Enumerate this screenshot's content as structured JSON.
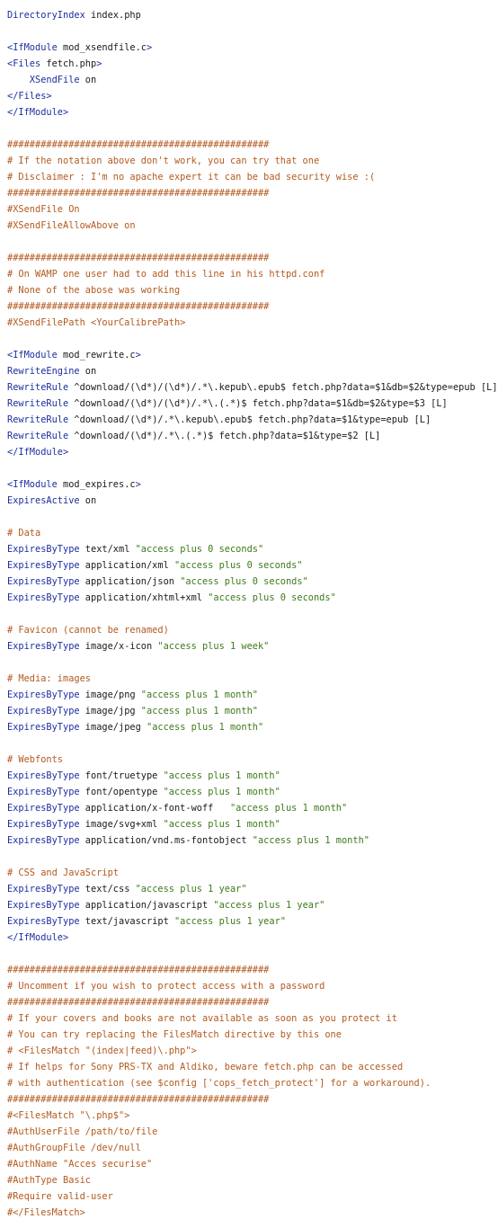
{
  "colors": {
    "directive": "#1d2f9e",
    "comment": "#b35a1f",
    "string": "#3d7a1a",
    "text": "#1a1a1a",
    "background": "#ffffff"
  },
  "lines": [
    {
      "line": 1,
      "tokens": [
        {
          "k": "dir",
          "t": "DirectoryIndex"
        },
        {
          "k": "txt",
          "t": " index.php"
        }
      ]
    },
    {
      "line": 3,
      "tokens": [
        {
          "k": "dir",
          "t": "<IfModule"
        },
        {
          "k": "txt",
          "t": " mod_xsendfile.c"
        },
        {
          "k": "dir",
          "t": ">"
        }
      ]
    },
    {
      "line": 4,
      "tokens": [
        {
          "k": "dir",
          "t": "<Files"
        },
        {
          "k": "txt",
          "t": " fetch.php"
        },
        {
          "k": "dir",
          "t": ">"
        }
      ]
    },
    {
      "line": 5,
      "tokens": [
        {
          "k": "txt",
          "t": "    "
        },
        {
          "k": "dir",
          "t": "XSendFile"
        },
        {
          "k": "txt",
          "t": " on"
        }
      ]
    },
    {
      "line": 6,
      "tokens": [
        {
          "k": "dir",
          "t": "</Files>"
        }
      ]
    },
    {
      "line": 7,
      "tokens": [
        {
          "k": "dir",
          "t": "</IfModule>"
        }
      ]
    },
    {
      "line": 9,
      "tokens": [
        {
          "k": "cmt",
          "t": "###############################################"
        }
      ]
    },
    {
      "line": 10,
      "tokens": [
        {
          "k": "cmt",
          "t": "# If the notation above don't work, you can try that one"
        }
      ]
    },
    {
      "line": 11,
      "tokens": [
        {
          "k": "cmt",
          "t": "# Disclaimer : I'm no apache expert it can be bad security wise :("
        }
      ]
    },
    {
      "line": 12,
      "tokens": [
        {
          "k": "cmt",
          "t": "###############################################"
        }
      ]
    },
    {
      "line": 13,
      "tokens": [
        {
          "k": "cmt",
          "t": "#XSendFile On"
        }
      ]
    },
    {
      "line": 14,
      "tokens": [
        {
          "k": "cmt",
          "t": "#XSendFileAllowAbove on"
        }
      ]
    },
    {
      "line": 16,
      "tokens": [
        {
          "k": "cmt",
          "t": "###############################################"
        }
      ]
    },
    {
      "line": 17,
      "tokens": [
        {
          "k": "cmt",
          "t": "# On WAMP one user had to add this line in his httpd.conf"
        }
      ]
    },
    {
      "line": 18,
      "tokens": [
        {
          "k": "cmt",
          "t": "# None of the abose was working"
        }
      ]
    },
    {
      "line": 19,
      "tokens": [
        {
          "k": "cmt",
          "t": "###############################################"
        }
      ]
    },
    {
      "line": 20,
      "tokens": [
        {
          "k": "cmt",
          "t": "#XSendFilePath <YourCalibrePath>"
        }
      ]
    },
    {
      "line": 22,
      "tokens": [
        {
          "k": "dir",
          "t": "<IfModule"
        },
        {
          "k": "txt",
          "t": " mod_rewrite.c"
        },
        {
          "k": "dir",
          "t": ">"
        }
      ]
    },
    {
      "line": 23,
      "tokens": [
        {
          "k": "dir",
          "t": "RewriteEngine"
        },
        {
          "k": "txt",
          "t": " on"
        }
      ]
    },
    {
      "line": 24,
      "tokens": [
        {
          "k": "dir",
          "t": "RewriteRule"
        },
        {
          "k": "txt",
          "t": " ^download/(\\d*)/(\\d*)/.*\\.kepub\\.epub$ fetch.php?data=$1&db=$2&type=epub [L]"
        }
      ]
    },
    {
      "line": 25,
      "tokens": [
        {
          "k": "dir",
          "t": "RewriteRule"
        },
        {
          "k": "txt",
          "t": " ^download/(\\d*)/(\\d*)/.*\\.(.*)$ fetch.php?data=$1&db=$2&type=$3 [L]"
        }
      ]
    },
    {
      "line": 26,
      "tokens": [
        {
          "k": "dir",
          "t": "RewriteRule"
        },
        {
          "k": "txt",
          "t": " ^download/(\\d*)/.*\\.kepub\\.epub$ fetch.php?data=$1&type=epub [L]"
        }
      ]
    },
    {
      "line": 27,
      "tokens": [
        {
          "k": "dir",
          "t": "RewriteRule"
        },
        {
          "k": "txt",
          "t": " ^download/(\\d*)/.*\\.(.*)$ fetch.php?data=$1&type=$2 [L]"
        }
      ]
    },
    {
      "line": 28,
      "tokens": [
        {
          "k": "dir",
          "t": "</IfModule>"
        }
      ]
    },
    {
      "line": 30,
      "tokens": [
        {
          "k": "dir",
          "t": "<IfModule"
        },
        {
          "k": "txt",
          "t": " mod_expires.c"
        },
        {
          "k": "dir",
          "t": ">"
        }
      ]
    },
    {
      "line": 31,
      "tokens": [
        {
          "k": "dir",
          "t": "ExpiresActive"
        },
        {
          "k": "txt",
          "t": " on"
        }
      ]
    },
    {
      "line": 33,
      "tokens": [
        {
          "k": "cmt",
          "t": "# Data"
        }
      ]
    },
    {
      "line": 34,
      "tokens": [
        {
          "k": "dir",
          "t": "ExpiresByType"
        },
        {
          "k": "txt",
          "t": " text/xml "
        },
        {
          "k": "str",
          "t": "\"access plus 0 seconds\""
        }
      ]
    },
    {
      "line": 35,
      "tokens": [
        {
          "k": "dir",
          "t": "ExpiresByType"
        },
        {
          "k": "txt",
          "t": " application/xml "
        },
        {
          "k": "str",
          "t": "\"access plus 0 seconds\""
        }
      ]
    },
    {
      "line": 36,
      "tokens": [
        {
          "k": "dir",
          "t": "ExpiresByType"
        },
        {
          "k": "txt",
          "t": " application/json "
        },
        {
          "k": "str",
          "t": "\"access plus 0 seconds\""
        }
      ]
    },
    {
      "line": 37,
      "tokens": [
        {
          "k": "dir",
          "t": "ExpiresByType"
        },
        {
          "k": "txt",
          "t": " application/xhtml+xml "
        },
        {
          "k": "str",
          "t": "\"access plus 0 seconds\""
        }
      ]
    },
    {
      "line": 39,
      "tokens": [
        {
          "k": "cmt",
          "t": "# Favicon (cannot be renamed)"
        }
      ]
    },
    {
      "line": 40,
      "tokens": [
        {
          "k": "dir",
          "t": "ExpiresByType"
        },
        {
          "k": "txt",
          "t": " image/x-icon "
        },
        {
          "k": "str",
          "t": "\"access plus 1 week\""
        }
      ]
    },
    {
      "line": 42,
      "tokens": [
        {
          "k": "cmt",
          "t": "# Media: images"
        }
      ]
    },
    {
      "line": 43,
      "tokens": [
        {
          "k": "dir",
          "t": "ExpiresByType"
        },
        {
          "k": "txt",
          "t": " image/png "
        },
        {
          "k": "str",
          "t": "\"access plus 1 month\""
        }
      ]
    },
    {
      "line": 44,
      "tokens": [
        {
          "k": "dir",
          "t": "ExpiresByType"
        },
        {
          "k": "txt",
          "t": " image/jpg "
        },
        {
          "k": "str",
          "t": "\"access plus 1 month\""
        }
      ]
    },
    {
      "line": 45,
      "tokens": [
        {
          "k": "dir",
          "t": "ExpiresByType"
        },
        {
          "k": "txt",
          "t": " image/jpeg "
        },
        {
          "k": "str",
          "t": "\"access plus 1 month\""
        }
      ]
    },
    {
      "line": 47,
      "tokens": [
        {
          "k": "cmt",
          "t": "# Webfonts"
        }
      ]
    },
    {
      "line": 48,
      "tokens": [
        {
          "k": "dir",
          "t": "ExpiresByType"
        },
        {
          "k": "txt",
          "t": " font/truetype "
        },
        {
          "k": "str",
          "t": "\"access plus 1 month\""
        }
      ]
    },
    {
      "line": 49,
      "tokens": [
        {
          "k": "dir",
          "t": "ExpiresByType"
        },
        {
          "k": "txt",
          "t": " font/opentype "
        },
        {
          "k": "str",
          "t": "\"access plus 1 month\""
        }
      ]
    },
    {
      "line": 50,
      "tokens": [
        {
          "k": "dir",
          "t": "ExpiresByType"
        },
        {
          "k": "txt",
          "t": " application/x-font-woff   "
        },
        {
          "k": "str",
          "t": "\"access plus 1 month\""
        }
      ]
    },
    {
      "line": 51,
      "tokens": [
        {
          "k": "dir",
          "t": "ExpiresByType"
        },
        {
          "k": "txt",
          "t": " image/svg+xml "
        },
        {
          "k": "str",
          "t": "\"access plus 1 month\""
        }
      ]
    },
    {
      "line": 52,
      "tokens": [
        {
          "k": "dir",
          "t": "ExpiresByType"
        },
        {
          "k": "txt",
          "t": " application/vnd.ms-fontobject "
        },
        {
          "k": "str",
          "t": "\"access plus 1 month\""
        }
      ]
    },
    {
      "line": 54,
      "tokens": [
        {
          "k": "cmt",
          "t": "# CSS and JavaScript"
        }
      ]
    },
    {
      "line": 55,
      "tokens": [
        {
          "k": "dir",
          "t": "ExpiresByType"
        },
        {
          "k": "txt",
          "t": " text/css "
        },
        {
          "k": "str",
          "t": "\"access plus 1 year\""
        }
      ]
    },
    {
      "line": 56,
      "tokens": [
        {
          "k": "dir",
          "t": "ExpiresByType"
        },
        {
          "k": "txt",
          "t": " application/javascript "
        },
        {
          "k": "str",
          "t": "\"access plus 1 year\""
        }
      ]
    },
    {
      "line": 57,
      "tokens": [
        {
          "k": "dir",
          "t": "ExpiresByType"
        },
        {
          "k": "txt",
          "t": " text/javascript "
        },
        {
          "k": "str",
          "t": "\"access plus 1 year\""
        }
      ]
    },
    {
      "line": 58,
      "tokens": [
        {
          "k": "dir",
          "t": "</IfModule>"
        }
      ]
    },
    {
      "line": 60,
      "tokens": [
        {
          "k": "cmt",
          "t": "###############################################"
        }
      ]
    },
    {
      "line": 61,
      "tokens": [
        {
          "k": "cmt",
          "t": "# Uncomment if you wish to protect access with a password"
        }
      ]
    },
    {
      "line": 62,
      "tokens": [
        {
          "k": "cmt",
          "t": "###############################################"
        }
      ]
    },
    {
      "line": 63,
      "tokens": [
        {
          "k": "cmt",
          "t": "# If your covers and books are not available as soon as you protect it"
        }
      ]
    },
    {
      "line": 64,
      "tokens": [
        {
          "k": "cmt",
          "t": "# You can try replacing the FilesMatch directive by this one"
        }
      ]
    },
    {
      "line": 65,
      "tokens": [
        {
          "k": "cmt",
          "t": "# <FilesMatch \"(index|feed)\\.php\">"
        }
      ]
    },
    {
      "line": 66,
      "tokens": [
        {
          "k": "cmt",
          "t": "# If helps for Sony PRS-TX and Aldiko, beware fetch.php can be accessed"
        }
      ]
    },
    {
      "line": 67,
      "tokens": [
        {
          "k": "cmt",
          "t": "# with authentication (see $config ['cops_fetch_protect'] for a workaround)."
        }
      ]
    },
    {
      "line": 68,
      "tokens": [
        {
          "k": "cmt",
          "t": "###############################################"
        }
      ]
    },
    {
      "line": 69,
      "tokens": [
        {
          "k": "cmt",
          "t": "#<FilesMatch \"\\.php$\">"
        }
      ]
    },
    {
      "line": 70,
      "tokens": [
        {
          "k": "cmt",
          "t": "#AuthUserFile /path/to/file"
        }
      ]
    },
    {
      "line": 71,
      "tokens": [
        {
          "k": "cmt",
          "t": "#AuthGroupFile /dev/null"
        }
      ]
    },
    {
      "line": 72,
      "tokens": [
        {
          "k": "cmt",
          "t": "#AuthName \"Acces securise\""
        }
      ]
    },
    {
      "line": 73,
      "tokens": [
        {
          "k": "cmt",
          "t": "#AuthType Basic"
        }
      ]
    },
    {
      "line": 74,
      "tokens": [
        {
          "k": "cmt",
          "t": "#Require valid-user"
        }
      ]
    },
    {
      "line": 75,
      "tokens": [
        {
          "k": "cmt",
          "t": "#</FilesMatch>"
        }
      ]
    }
  ]
}
